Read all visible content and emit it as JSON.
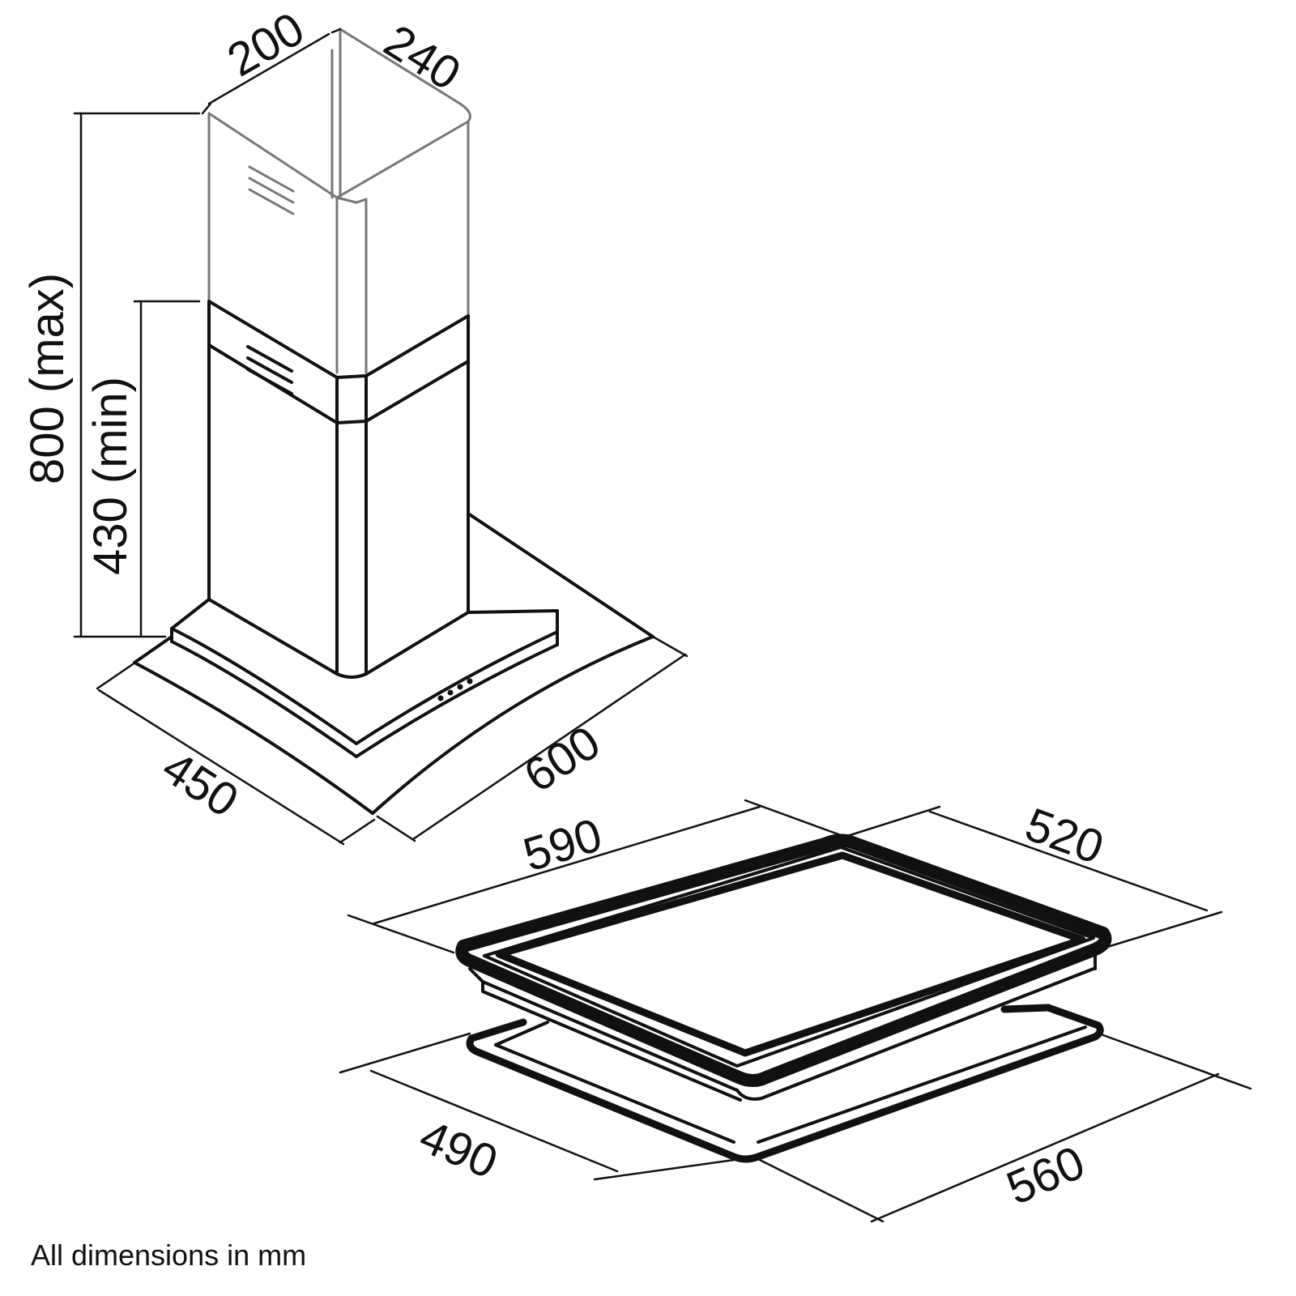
{
  "hood": {
    "chimney_depth": "200",
    "chimney_width": "240",
    "height_max": "800 (max)",
    "height_min": "430 (min)",
    "depth": "450",
    "width": "600"
  },
  "hob": {
    "width": "590",
    "depth": "520",
    "cutout_depth": "490",
    "cutout_width": "560"
  },
  "footnote": "All dimensions in mm",
  "colors": {
    "line": "#111111",
    "upper_chimney": "#777777",
    "background": "#ffffff"
  }
}
